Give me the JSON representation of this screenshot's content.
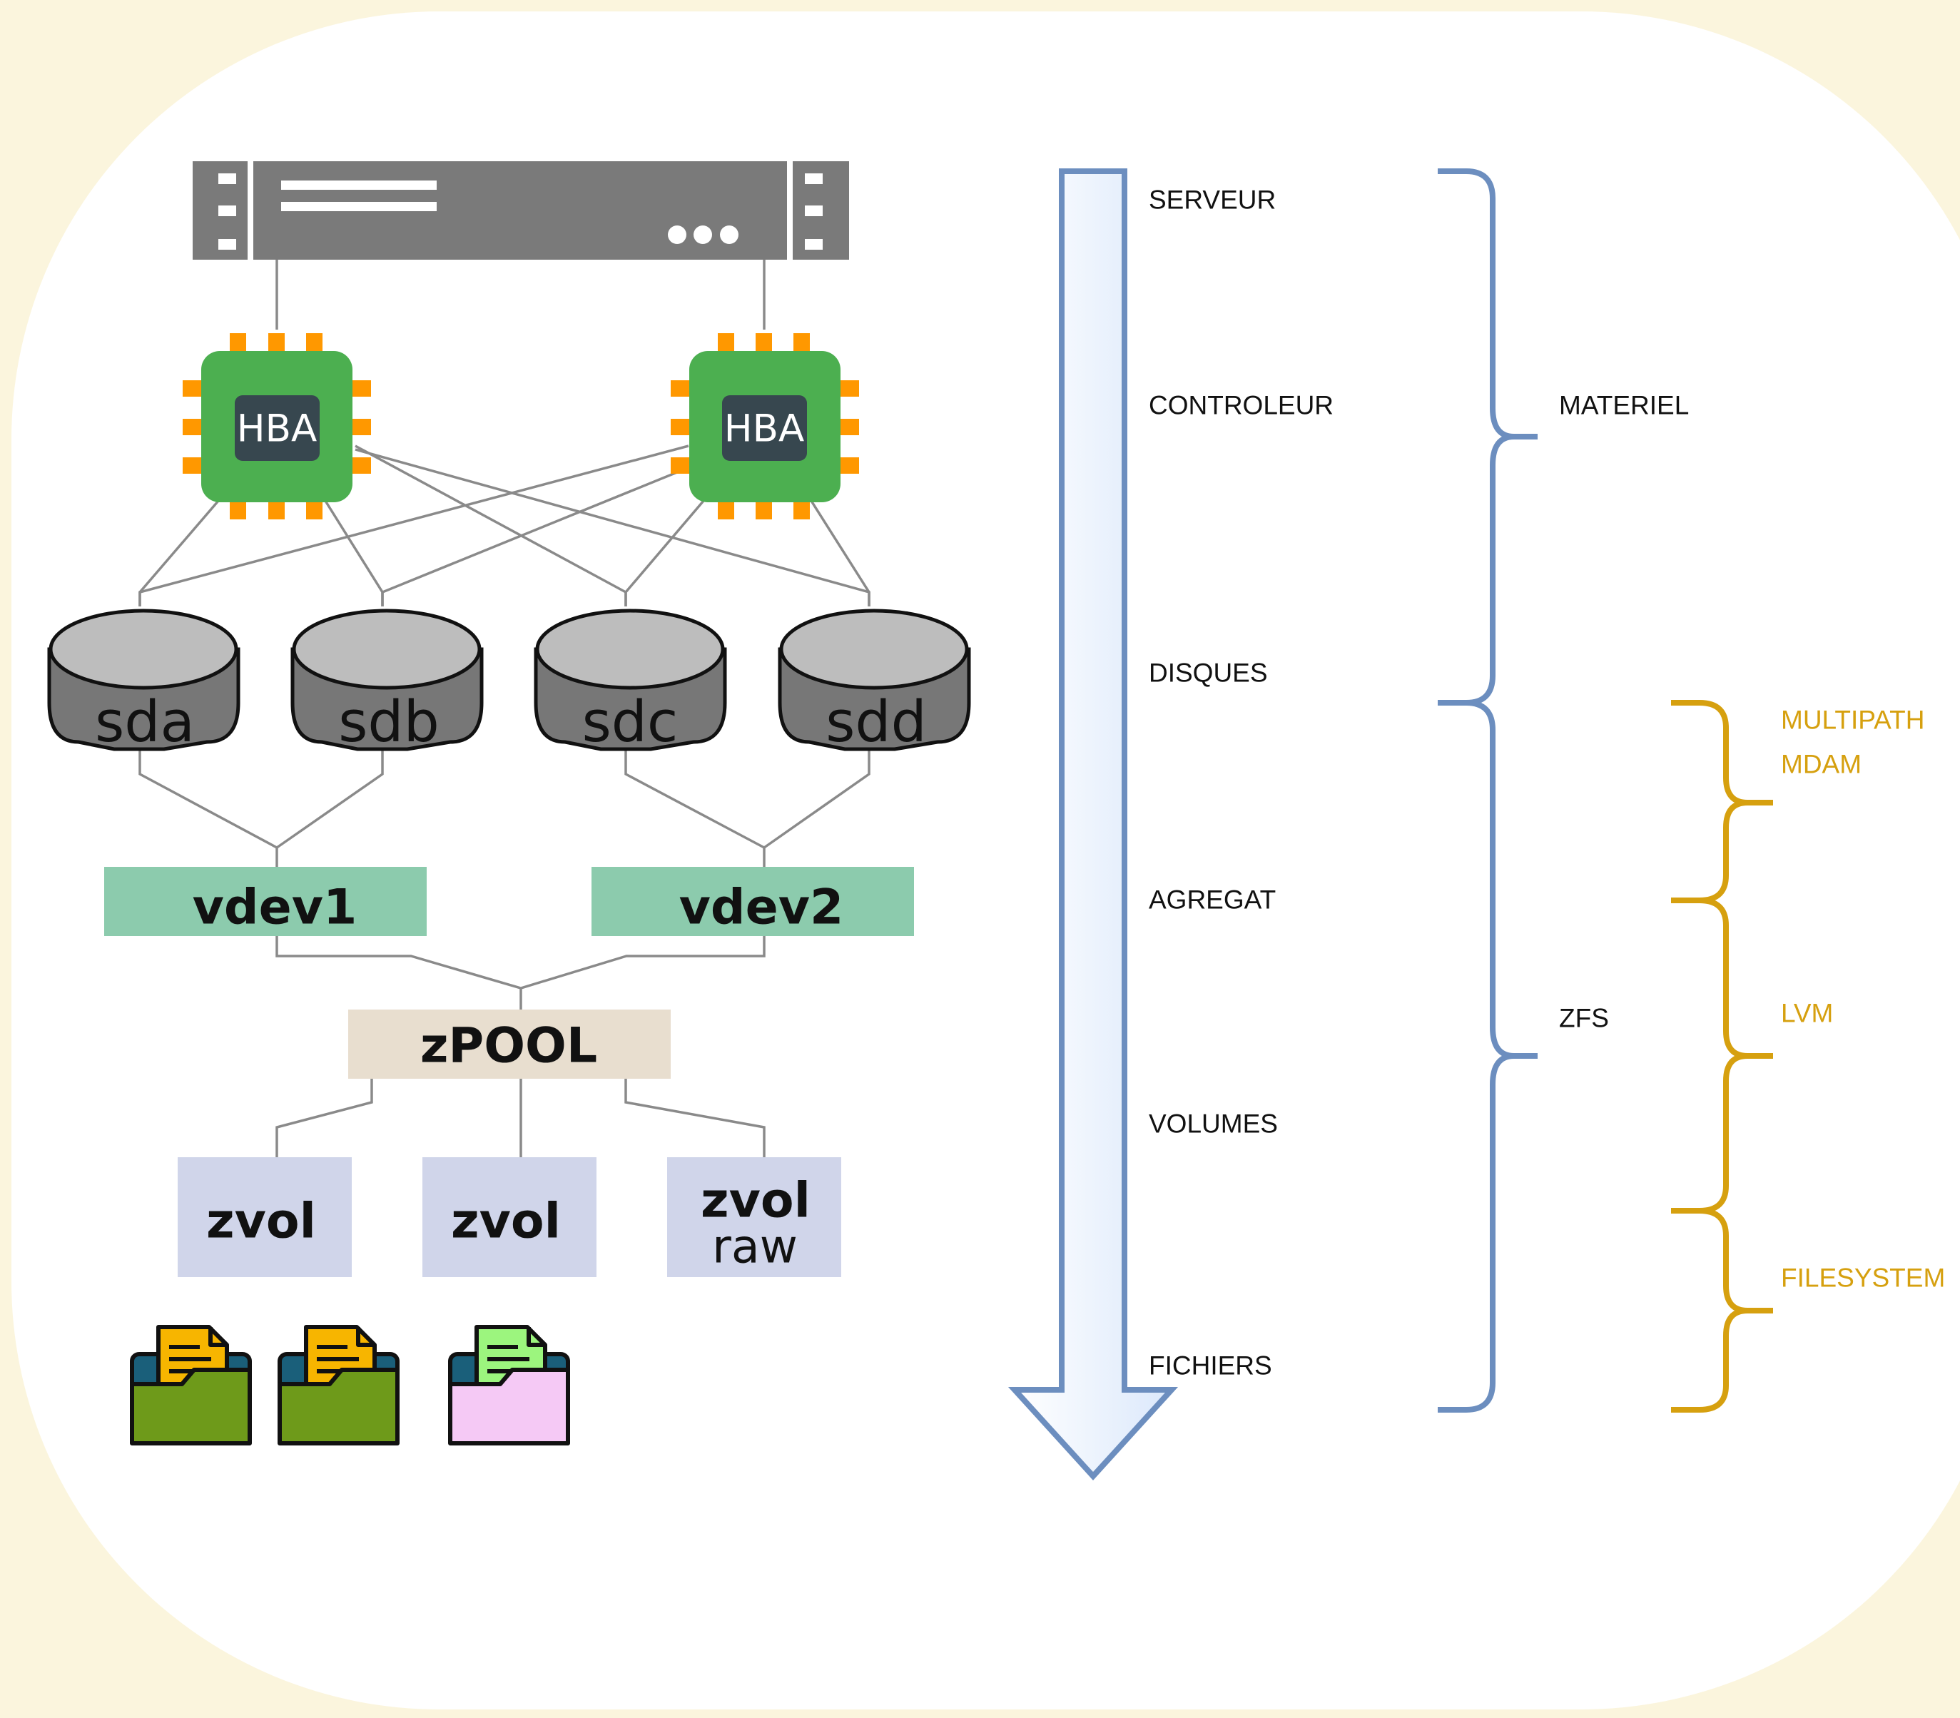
{
  "hardware": {
    "controllers": [
      {
        "label": "HBA"
      },
      {
        "label": "HBA"
      }
    ],
    "disks": [
      {
        "label": "sda"
      },
      {
        "label": "sdb"
      },
      {
        "label": "sdc"
      },
      {
        "label": "sdd"
      }
    ]
  },
  "zfs": {
    "vdevs": [
      {
        "label": "vdev1"
      },
      {
        "label": "vdev2"
      }
    ],
    "pool": {
      "label": "zPOOL"
    },
    "zvols": [
      {
        "label": "zvol",
        "sub": ""
      },
      {
        "label": "zvol",
        "sub": ""
      },
      {
        "label": "zvol",
        "sub": "raw"
      }
    ]
  },
  "layers": [
    "SERVEUR",
    "CONTROLEUR",
    "DISQUES",
    "AGREGAT",
    "VOLUMES",
    "FICHIERS"
  ],
  "groups": [
    "MATERIEL",
    "ZFS"
  ],
  "alternatives": [
    "MULTIPATH",
    "MDAM",
    "LVM",
    "FILESYSTEM"
  ],
  "colors": {
    "background": "#fbf5dd",
    "panel": "#ffffff",
    "server": "#7a7a7a",
    "chip": "#4caf50",
    "chip_pins": "#ff9800",
    "chip_core": "#37474f",
    "disk_top": "#bdbdbd",
    "disk_body": "#777777",
    "vdev": "#8ccbad",
    "pool": "#e8decf",
    "zvol": "#d0d5ea",
    "arrow": "#6c8ebf",
    "arrow_fill": "#dbe8fb",
    "brace_main": "#6c8ebf",
    "brace_alt": "#d6a00f",
    "folder_green": "#6e9a1a",
    "folder_pink": "#f5c9f5",
    "doc_orange": "#f7b500",
    "doc_green": "#9cf57e"
  },
  "icons": [
    "server-rack-icon",
    "hba-chip-icon",
    "disk-icon",
    "folder-files-icon"
  ]
}
